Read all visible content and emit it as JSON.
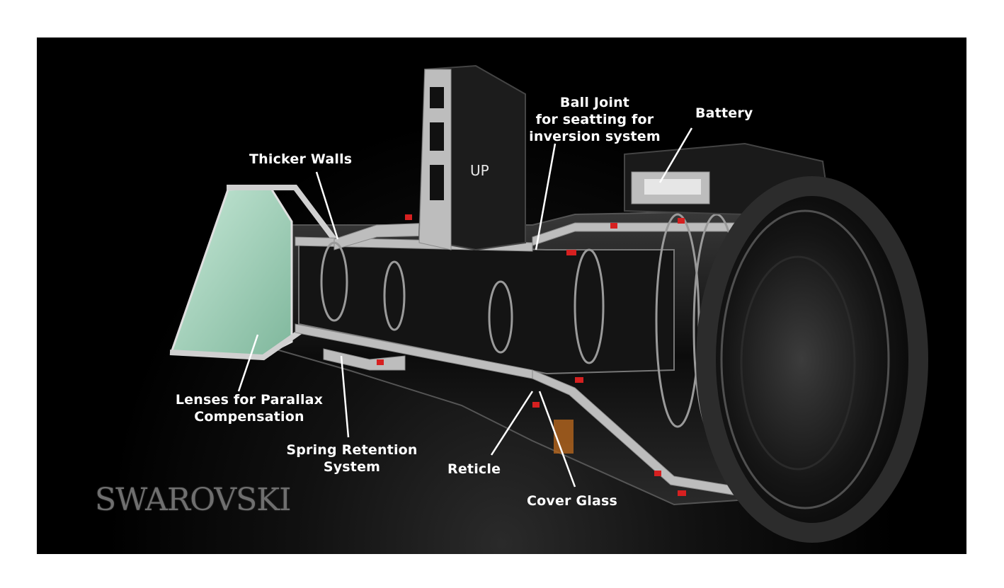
{
  "labels": {
    "thicker_walls": "Thicker Walls",
    "ball_joint": "Ball Joint\nfor seatting for\ninversion system",
    "battery": "Battery",
    "lenses_parallax": "Lenses for Parallax\nCompensation",
    "spring_retention": "Spring Retention\nSystem",
    "reticle": "Reticle",
    "cover_glass": "Cover Glass"
  },
  "turret_text": "UP",
  "brand": "SWAROVSKI",
  "colors": {
    "background": "#000000",
    "label_text": "#ffffff",
    "leader_line": "#ffffff",
    "housing_cut": "#bdbdbd",
    "seal": "#d62020",
    "glass": "#9fd2b8",
    "brand_text": "#6f6f6f"
  },
  "icons": [
    "scope-cutaway-illustration",
    "elevation-turret-icon",
    "eyepiece-rubber-ring-icon"
  ]
}
